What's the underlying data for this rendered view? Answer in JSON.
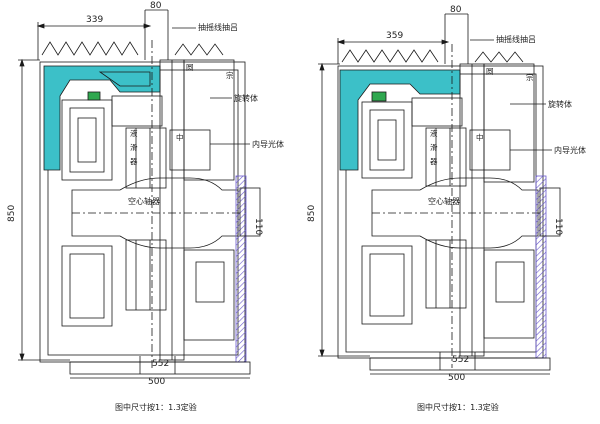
{
  "colors": {
    "accent": "#3cc0c8",
    "hatch": "#6a5acd",
    "line": "#1a1a1a",
    "green": "#2fa84f"
  },
  "drawings": [
    {
      "dimensions": {
        "top_width": "339",
        "shaft_gap": "80",
        "height": "850",
        "hub": "110",
        "bottom_552": "552",
        "bottom_500": "500"
      },
      "labels": {
        "drawout": "抽摇线抽吕",
        "rotor": "旋转体",
        "guide": "内导光体",
        "shaft": "空心轴器"
      },
      "inner_marks": {
        "a": "液",
        "b": "滑",
        "c": "器",
        "d": "中",
        "e": "圆",
        "f": "宗"
      },
      "caption": "图中尺寸按1：1.3定验"
    },
    {
      "dimensions": {
        "top_width": "359",
        "shaft_gap": "80",
        "height": "850",
        "hub": "110",
        "bottom_552": "552",
        "bottom_500": "500"
      },
      "labels": {
        "drawout": "抽摇线抽吕",
        "rotor": "旋转体",
        "guide": "内导光体",
        "shaft": "空心轴器"
      },
      "inner_marks": {
        "a": "液",
        "b": "滑",
        "c": "器",
        "d": "中",
        "e": "圆",
        "f": "宗"
      },
      "caption": "图中尺寸按1：1.3定验"
    }
  ]
}
